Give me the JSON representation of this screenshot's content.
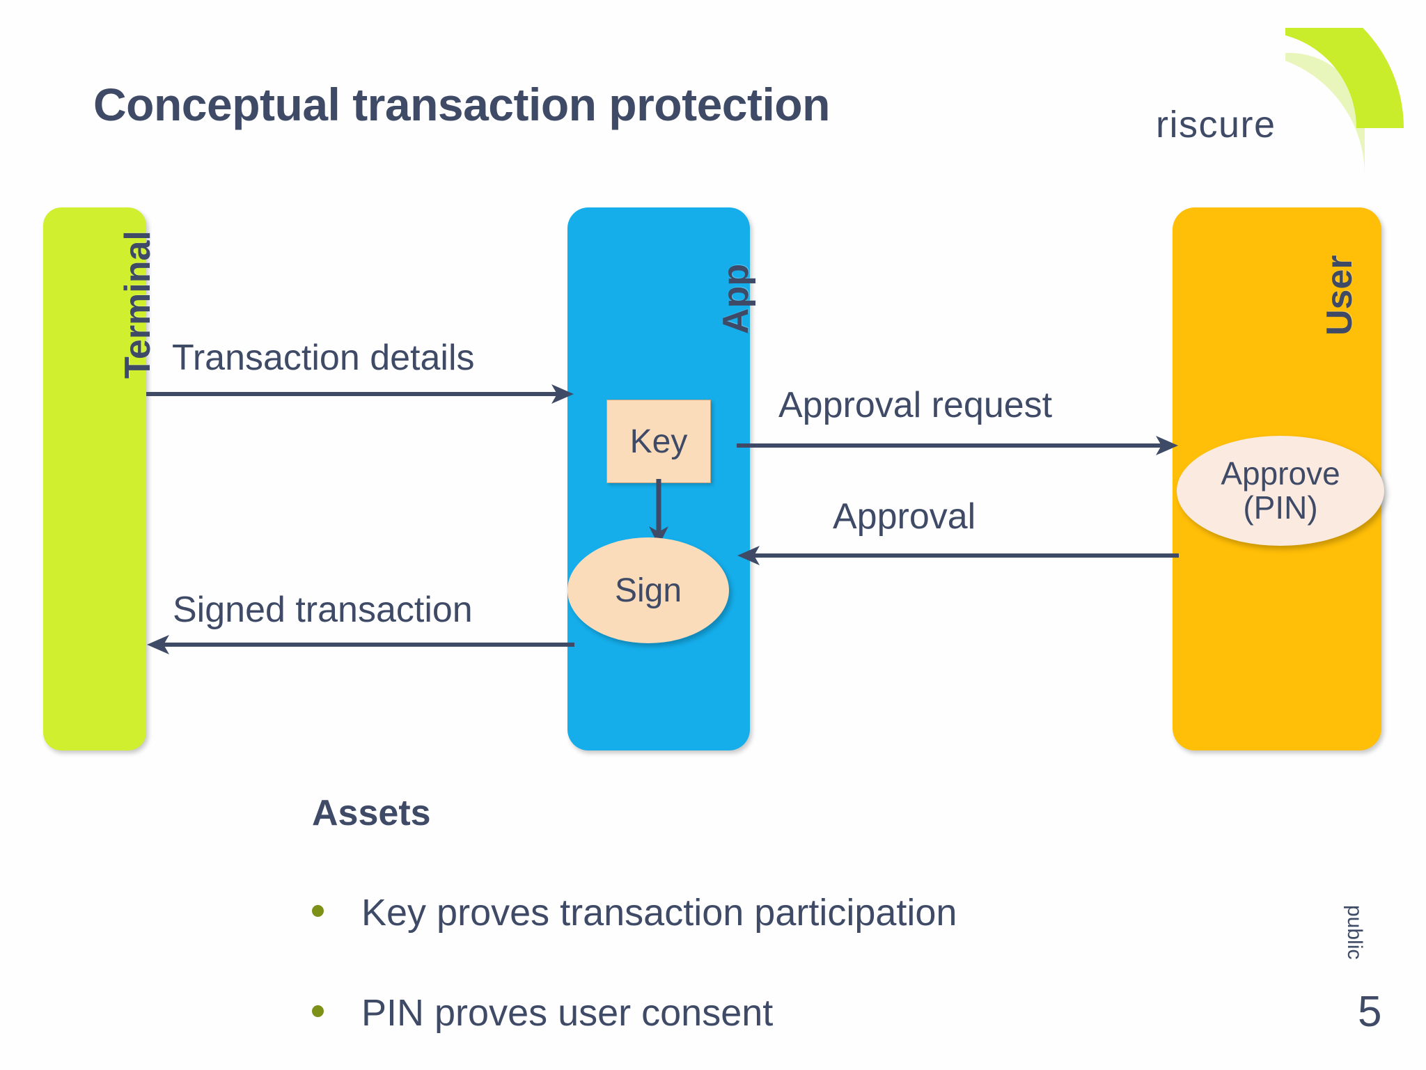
{
  "slide": {
    "title": "Conceptual transaction protection",
    "background_color": "#fefefe",
    "text_color": "#3e4a66"
  },
  "logo": {
    "wordmark": "riscure",
    "arc_outer_color": "#c9ec2b",
    "arc_inner_color": "#e9f6bb",
    "wordmark_color": "#3e4a66"
  },
  "diagram": {
    "lanes": [
      {
        "id": "terminal",
        "label": "Terminal",
        "color": "#d0ef2e"
      },
      {
        "id": "app",
        "label": "App",
        "color": "#15aeeb"
      },
      {
        "id": "user",
        "label": "User",
        "color": "#ffbe07"
      }
    ],
    "nodes": [
      {
        "id": "key",
        "label": "Key",
        "shape": "rectangle",
        "color": "#fadcbb",
        "lane": "app"
      },
      {
        "id": "sign",
        "label": "Sign",
        "shape": "ellipse",
        "color": "#fadcbb",
        "lane": "app"
      },
      {
        "id": "approve",
        "label_line1": "Approve",
        "label_line2": "(PIN)",
        "shape": "ellipse",
        "color": "#fbeae0",
        "lane": "user"
      }
    ],
    "flows": [
      {
        "id": "transaction-details",
        "label": "Transaction details",
        "from": "terminal",
        "to": "app",
        "direction": "right"
      },
      {
        "id": "approval-request",
        "label": "Approval request",
        "from": "app",
        "to": "user",
        "direction": "right"
      },
      {
        "id": "approval",
        "label": "Approval",
        "from": "user",
        "to": "app",
        "direction": "left"
      },
      {
        "id": "signed-transaction",
        "label": "Signed transaction",
        "from": "app",
        "to": "terminal",
        "direction": "left"
      },
      {
        "id": "key-to-sign",
        "label": "",
        "from": "key",
        "to": "sign",
        "direction": "down"
      }
    ],
    "arrow_color": "#3e4a66"
  },
  "assets": {
    "heading": "Assets",
    "bullet_color": "#7d9119",
    "items": [
      "Key proves transaction participation",
      "PIN proves user consent"
    ]
  },
  "footer": {
    "classification": "public",
    "page_number": "5"
  }
}
